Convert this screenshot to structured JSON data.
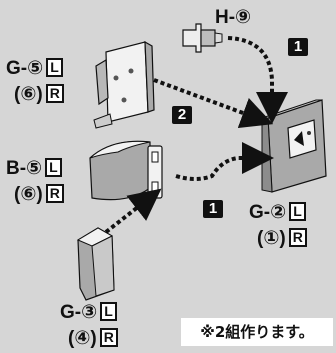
{
  "labels": {
    "h9": "H-⑨",
    "g5": "G-⑤",
    "g5_side": "L",
    "g6": "(⑥)",
    "g6_side": "R",
    "b5": "B-⑤",
    "b5_side": "L",
    "b6": "(⑥)",
    "b6_side": "R",
    "g2": "G-②",
    "g2_side": "L",
    "g1": "(①)",
    "g1_side": "R",
    "g3": "G-③",
    "g3_side": "L",
    "g4": "(④)",
    "g4_side": "R"
  },
  "steps": {
    "step_top": "1",
    "step_mid": "2",
    "step_bottom": "1"
  },
  "note": "※2組作ります。",
  "colors": {
    "background": "#d6d6d6",
    "part_face": "#f2f2f2",
    "part_shade": "#a9a9a9",
    "outline": "#111111"
  }
}
